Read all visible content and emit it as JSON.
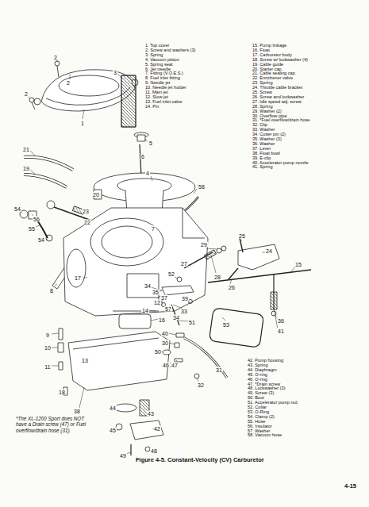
{
  "diagram": {
    "caption": "Figure 4-5. Constant-Velocity (CV) Carburetor",
    "labels": [
      "1. Top cover",
      "2. Screw and washers (3)",
      "3. Spring",
      "4. Vacuum piston",
      "5. Spring seat",
      "6. Jet needle",
      "7. Fitting (V.O.E.S.)",
      "8. Fuel inlet fitting",
      "9. Needle jet",
      "10. Needle jet holder",
      "11. Main jet",
      "12. Slow jet",
      "13. Fuel inlet valve",
      "14. Pin",
      "15. Pump linkage",
      "16. Float",
      "17. Carburetor body",
      "18. Screw w/ lockwasher (4)",
      "19. Cable guide",
      "20. Starter cap",
      "21. Cable sealing cap",
      "22. Enrichener valve",
      "23. Spring",
      "24. Throttle cable bracket",
      "25. Screw",
      "26. Screw and lockwasher",
      "27. Idle speed adj. screw",
      "28. Spring",
      "29. Washer (2)",
      "30. Overflow pipe",
      "31. *Fuel overflow/drain hose",
      "32. Clip",
      "33. Washer",
      "34. Cotter pin (2)",
      "35. Washer (3)",
      "36. Washer",
      "37. Lever",
      "38. Float bowl",
      "39. E-clip",
      "40. Accelerator pump nozzle",
      "41. Spring",
      "42. Pump housing",
      "43. Spring",
      "44. Diaphragm",
      "45. O-ring",
      "46. O-ring",
      "47. *Drain screw",
      "48. Lockwasher (3)",
      "49. Screw (3)",
      "50. Boot",
      "51. Accelerator pump rod",
      "52. Collar",
      "53. O-Ring",
      "54. Clamp (2)",
      "55. Hose",
      "56. Insulator",
      "57. Washer",
      "58. Vacuum hose",
      "2",
      "2",
      "2",
      "3",
      "1",
      "5",
      "6",
      "4",
      "58",
      "7",
      "21",
      "19",
      "20",
      "54",
      "56",
      "55",
      "23",
      "22",
      "54",
      "8",
      "17",
      "27",
      "29",
      "25",
      "24",
      "15",
      "52",
      "28",
      "26",
      "34",
      "35",
      "37",
      "12",
      "57",
      "39",
      "33",
      "34",
      "51",
      "36",
      "41",
      "53",
      "14",
      "16",
      "9",
      "10",
      "11",
      "13",
      "40",
      "30",
      "50",
      "47",
      "46",
      "31",
      "18",
      "32",
      "38",
      "44",
      "43",
      "45",
      "42",
      "49",
      "48",
      "*The XL-1200 Sport does NOT have a Drain screw (47) or Fuel overflow/drain hose (31).",
      "4-15"
    ]
  }
}
